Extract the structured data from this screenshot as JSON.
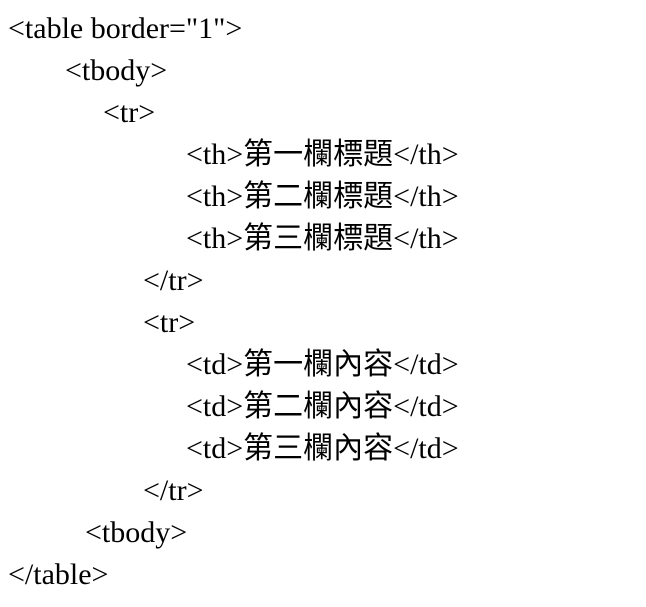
{
  "page": {
    "background_color": "#ffffff",
    "text_color": "#000000"
  },
  "code": {
    "lines": [
      "<table border=\"1\">",
      "<tbody>",
      "<tr>",
      "<th>第一欄標題</th>",
      "<th>第二欄標題</th>",
      "<th>第三欄標題</th>",
      "</tr>",
      "<tr>",
      "<td>第一欄內容</td>",
      "<td>第二欄內容</td>",
      "<td>第三欄內容</td>",
      "</tr>",
      "<tbody>",
      "</table>"
    ]
  }
}
